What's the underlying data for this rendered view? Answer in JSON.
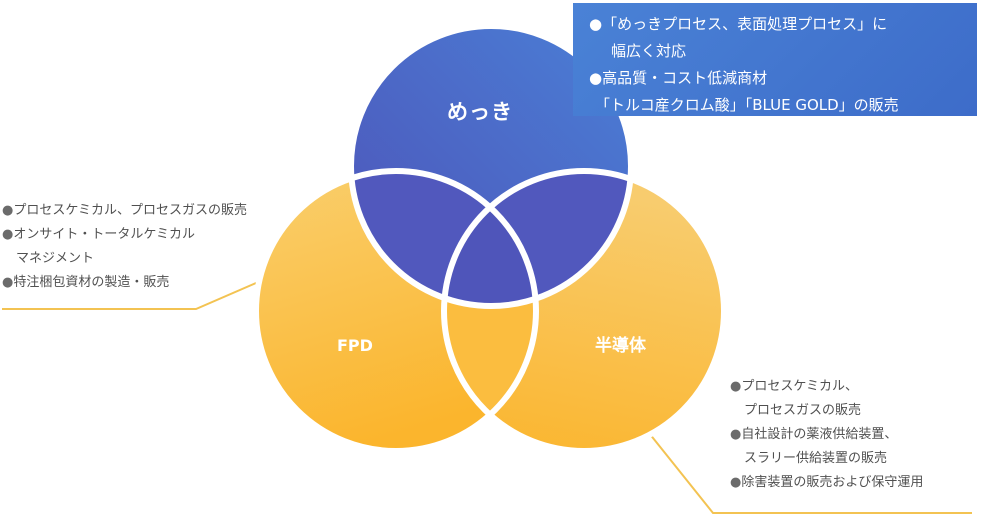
{
  "diagram": {
    "circles": {
      "mekki": {
        "label": "めっき"
      },
      "fpd": {
        "label": "FPD"
      },
      "semiconductor": {
        "label": "半導体"
      }
    },
    "callout": {
      "items": [
        {
          "bullet": "●",
          "lines": [
            "「めっきプロセス、表面処理プロセス」に",
            "幅広く対応"
          ]
        },
        {
          "bullet": "●",
          "lines": [
            "高品質・コスト低減商材",
            "「トルコ産クロム酸」「BLUE GOLD」の販売"
          ]
        }
      ]
    },
    "fpd_notes": {
      "items": [
        {
          "bullet": "●",
          "lines": [
            "プロセスケミカル、プロセスガスの販売"
          ]
        },
        {
          "bullet": "●",
          "lines": [
            "オンサイト・トータルケミカル",
            "マネジメント"
          ]
        },
        {
          "bullet": "●",
          "lines": [
            "特注梱包資材の製造・販売"
          ]
        }
      ]
    },
    "semiconductor_notes": {
      "items": [
        {
          "bullet": "●",
          "lines": [
            "プロセスケミカル、",
            "プロセスガスの販売"
          ]
        },
        {
          "bullet": "●",
          "lines": [
            "自社設計の薬液供給装置、",
            "スラリー供給装置の販売"
          ]
        },
        {
          "bullet": "●",
          "lines": [
            "除害装置の販売および保守運用"
          ]
        }
      ]
    },
    "colors": {
      "blue_light": "#4a7fd6",
      "blue_dark": "#4e53b8",
      "overlap_blue": "#5158bd",
      "orange_light": "#f9cf6e",
      "orange_dark": "#fbb52d",
      "connector": "#f3c352",
      "callout": "#3f70cb"
    }
  }
}
